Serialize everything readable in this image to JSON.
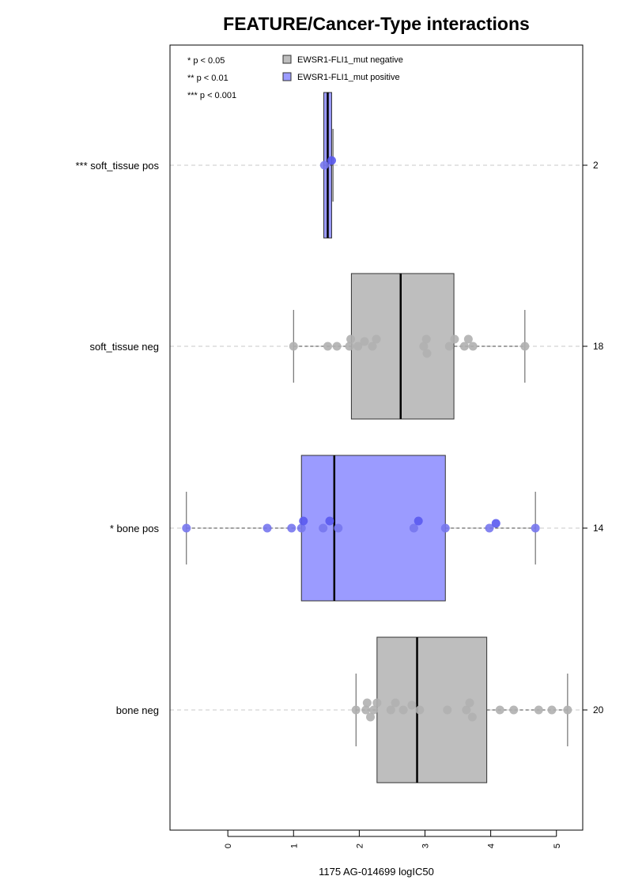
{
  "chart_data": {
    "type": "boxplot",
    "title": "FEATURE/Cancer-Type interactions",
    "xlabel": "1175 AG-014699 logIC50",
    "xlim": [
      -0.88,
      5.4
    ],
    "x_ticks": [
      "0",
      "1",
      "2",
      "3",
      "4",
      "5"
    ],
    "legend_position": "top",
    "significance_legend": [
      "* p < 0.05",
      "** p < 0.01",
      "*** p < 0.001"
    ],
    "legend": [
      {
        "label": "EWSR1-FLI1_mut negative",
        "color": "#bebebe"
      },
      {
        "label": "EWSR1-FLI1_mut positive",
        "color": "#9b9bff"
      }
    ],
    "colors": {
      "negative_box": "#bebebe",
      "positive_box": "#9b9bff",
      "negative_point": "#b0b0b0",
      "positive_point": "#7777ee",
      "positive_point_dark": "#5a5af0",
      "grid": "#c8c8c8"
    },
    "groups": [
      {
        "label": "*** soft_tissue pos",
        "count": "2",
        "status": "positive",
        "whisker_low": 1.6,
        "q1": 1.46,
        "median": 1.52,
        "q3": 1.58,
        "whisker_high": 1.6,
        "points": [
          {
            "x": 1.47,
            "dy": 0
          },
          {
            "x": 1.58,
            "dy": -0.2
          }
        ]
      },
      {
        "label": "soft_tissue neg",
        "count": "18",
        "status": "negative",
        "whisker_low": 1.0,
        "q1": 1.88,
        "median": 2.63,
        "q3": 3.44,
        "whisker_high": 4.52,
        "points": [
          {
            "x": 1.0,
            "dy": 0
          },
          {
            "x": 1.52,
            "dy": 0
          },
          {
            "x": 1.66,
            "dy": 0
          },
          {
            "x": 1.85,
            "dy": 0
          },
          {
            "x": 1.87,
            "dy": -0.3
          },
          {
            "x": 1.98,
            "dy": 0
          },
          {
            "x": 2.08,
            "dy": -0.2
          },
          {
            "x": 2.2,
            "dy": 0
          },
          {
            "x": 2.26,
            "dy": -0.3
          },
          {
            "x": 2.98,
            "dy": 0
          },
          {
            "x": 3.02,
            "dy": -0.3
          },
          {
            "x": 3.03,
            "dy": 0.3
          },
          {
            "x": 3.37,
            "dy": 0
          },
          {
            "x": 3.45,
            "dy": -0.3
          },
          {
            "x": 3.6,
            "dy": 0
          },
          {
            "x": 3.66,
            "dy": -0.3
          },
          {
            "x": 3.73,
            "dy": 0
          },
          {
            "x": 4.52,
            "dy": 0
          }
        ]
      },
      {
        "label": "* bone pos",
        "count": "14",
        "status": "positive",
        "whisker_low": -0.63,
        "q1": 1.12,
        "median": 1.62,
        "q3": 3.31,
        "whisker_high": 4.68,
        "points": [
          {
            "x": -0.63,
            "dy": 0
          },
          {
            "x": 0.6,
            "dy": 0
          },
          {
            "x": 0.97,
            "dy": 0
          },
          {
            "x": 1.12,
            "dy": 0
          },
          {
            "x": 1.15,
            "dy": -0.3
          },
          {
            "x": 1.45,
            "dy": 0
          },
          {
            "x": 1.55,
            "dy": -0.3
          },
          {
            "x": 1.68,
            "dy": 0
          },
          {
            "x": 2.83,
            "dy": 0
          },
          {
            "x": 2.9,
            "dy": -0.3
          },
          {
            "x": 3.31,
            "dy": 0
          },
          {
            "x": 3.98,
            "dy": 0
          },
          {
            "x": 4.08,
            "dy": -0.2
          },
          {
            "x": 4.68,
            "dy": 0
          }
        ]
      },
      {
        "label": "bone neg",
        "count": "20",
        "status": "negative",
        "whisker_low": 1.95,
        "q1": 2.27,
        "median": 2.88,
        "q3": 3.94,
        "whisker_high": 5.17,
        "points": [
          {
            "x": 1.95,
            "dy": 0
          },
          {
            "x": 2.1,
            "dy": 0
          },
          {
            "x": 2.12,
            "dy": -0.3
          },
          {
            "x": 2.17,
            "dy": 0.3
          },
          {
            "x": 2.22,
            "dy": 0
          },
          {
            "x": 2.27,
            "dy": -0.3
          },
          {
            "x": 2.48,
            "dy": 0
          },
          {
            "x": 2.55,
            "dy": -0.3
          },
          {
            "x": 2.67,
            "dy": 0
          },
          {
            "x": 2.8,
            "dy": -0.2
          },
          {
            "x": 2.92,
            "dy": 0
          },
          {
            "x": 3.34,
            "dy": 0
          },
          {
            "x": 3.63,
            "dy": 0
          },
          {
            "x": 3.68,
            "dy": -0.3
          },
          {
            "x": 3.72,
            "dy": 0.3
          },
          {
            "x": 4.14,
            "dy": 0
          },
          {
            "x": 4.35,
            "dy": 0
          },
          {
            "x": 4.73,
            "dy": 0
          },
          {
            "x": 4.93,
            "dy": 0
          },
          {
            "x": 5.17,
            "dy": 0
          }
        ]
      }
    ]
  }
}
